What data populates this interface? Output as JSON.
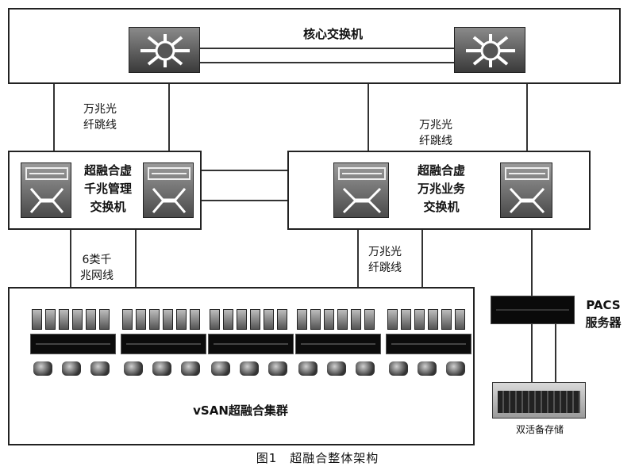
{
  "core_switch": {
    "title": "核心交换机"
  },
  "links": {
    "core_to_mgmt": "万兆光\n纤跳线",
    "core_to_biz": "万兆光\n纤跳线",
    "mgmt_to_cluster": "6类千\n兆网线",
    "biz_to_cluster": "万兆光\n纤跳线"
  },
  "mgmt_switch": {
    "title": "超融合虚\n千兆管理\n交换机"
  },
  "biz_switch": {
    "title": "超融合虚\n万兆业务\n交换机"
  },
  "cluster": {
    "title": "vSAN超融合集群",
    "node_count": 5
  },
  "pacs": {
    "title": "PACS\n服务器"
  },
  "storage": {
    "title": "双活备存储"
  },
  "caption": "图1　超融合整体架构"
}
